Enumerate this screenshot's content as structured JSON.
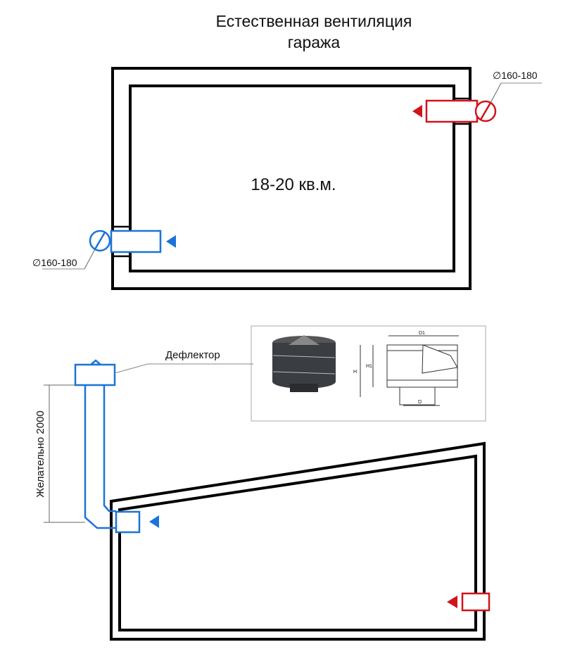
{
  "title_line1": "Естественная вентиляция",
  "title_line2": "гаража",
  "area_label": "18-20 кв.м.",
  "exhaust_diameter": "∅160-180",
  "intake_diameter": "∅160-180",
  "deflector_label": "Дефлектор",
  "height_label": "Желательно 2000",
  "drawing_labels": {
    "d1": "D1",
    "h": "H",
    "h1": "H1",
    "d": "D"
  },
  "colors": {
    "exhaust": "#d0141c",
    "intake": "#1a73d9",
    "wall": "#000000"
  }
}
